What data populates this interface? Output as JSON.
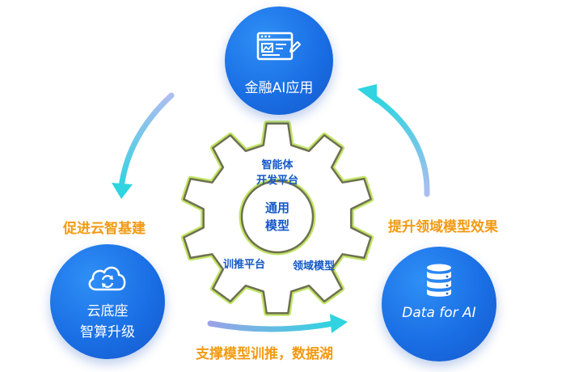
{
  "nodes": {
    "top": {
      "label": "金融AI应用",
      "icon": "browser-edit-icon"
    },
    "left": {
      "line1": "云底座",
      "line2": "智算升级",
      "icon": "cloud-sync-icon"
    },
    "right": {
      "label": "Data for AI",
      "icon": "database-icon"
    }
  },
  "gear": {
    "center_line1": "通用",
    "center_line2": "模型",
    "top_line1": "智能体",
    "top_line2": "开发平台",
    "bottom_left": "训推平台",
    "bottom_right": "领域模型"
  },
  "arrows": {
    "left": "促进云智基建",
    "right": "提升领域模型效果",
    "bottom": "支撑模型训推，数据湖"
  },
  "colors": {
    "node_blue": "#1a6fe4",
    "gear_fill": "#ffffff",
    "gear_stroke": "#7a7a5a",
    "gear_glow": "#b6e04a",
    "label_orange": "#f29a12",
    "arrow_start": "#9bb6ee",
    "arrow_end": "#2fd0e0"
  }
}
